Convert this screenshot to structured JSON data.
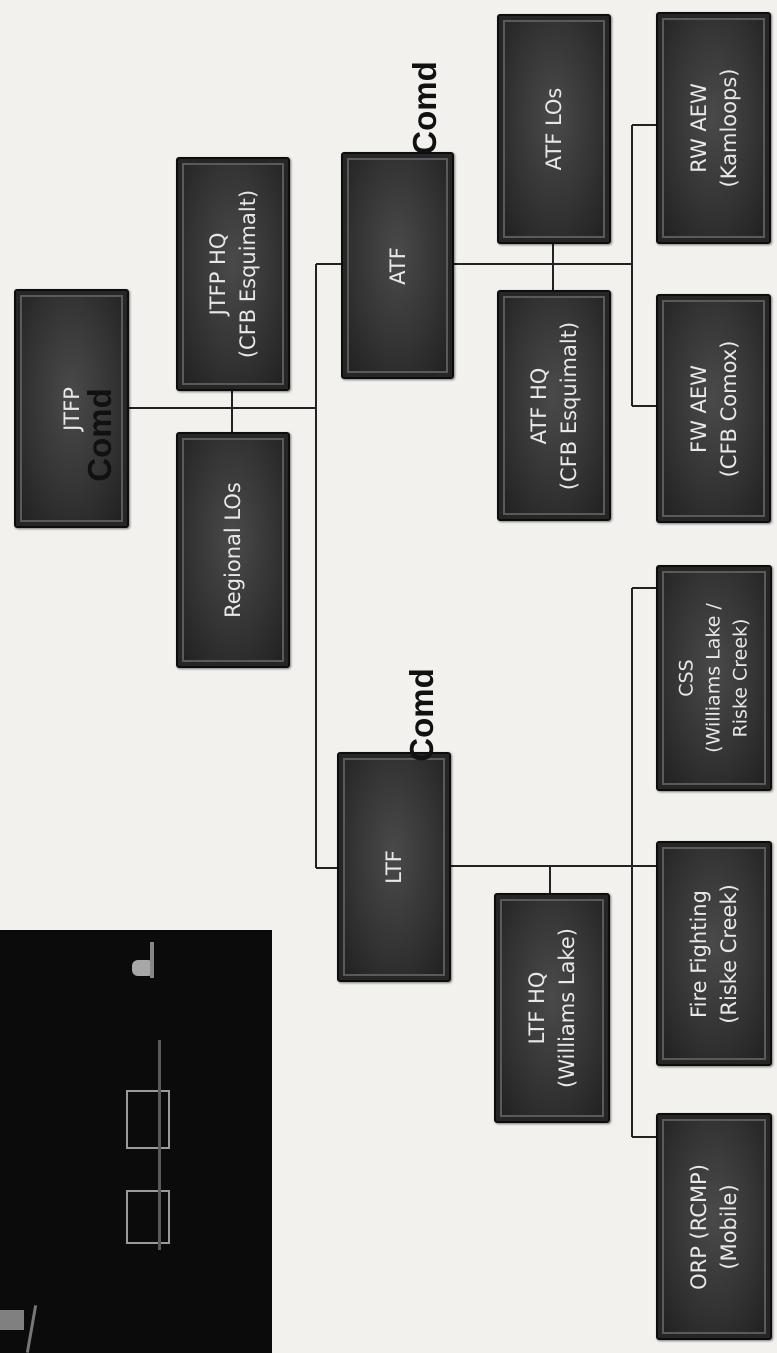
{
  "boxes": {
    "jtfp": "JTFP",
    "jtfp_hq": "JTFP HQ\n(CFB Esquimalt)",
    "regional_los": "Regional LOs",
    "atf": "ATF",
    "atf_los": "ATF LOs",
    "atf_hq": "ATF HQ\n(CFB Esquimalt)",
    "rw_aew": "RW AEW\n(Kamloops)",
    "fw_aew": "FW AEW\n(CFB Comox)",
    "ltf": "LTF",
    "ltf_hq": "LTF HQ\n(Williams Lake)",
    "css": "CSS\n(Williams Lake /\nRiske Creek)",
    "fire_fighting": "Fire Fighting\n(Riske Creek)",
    "orp": "ORP (RCMP)\n(Mobile)"
  },
  "comd_labels": {
    "jtfp": "Comd",
    "atf": "Comd",
    "ltf": "Comd"
  },
  "colors": {
    "box_fill": "#333333",
    "box_text": "#e8e8e8",
    "line": "#222222",
    "background": "#f2f1ee"
  }
}
